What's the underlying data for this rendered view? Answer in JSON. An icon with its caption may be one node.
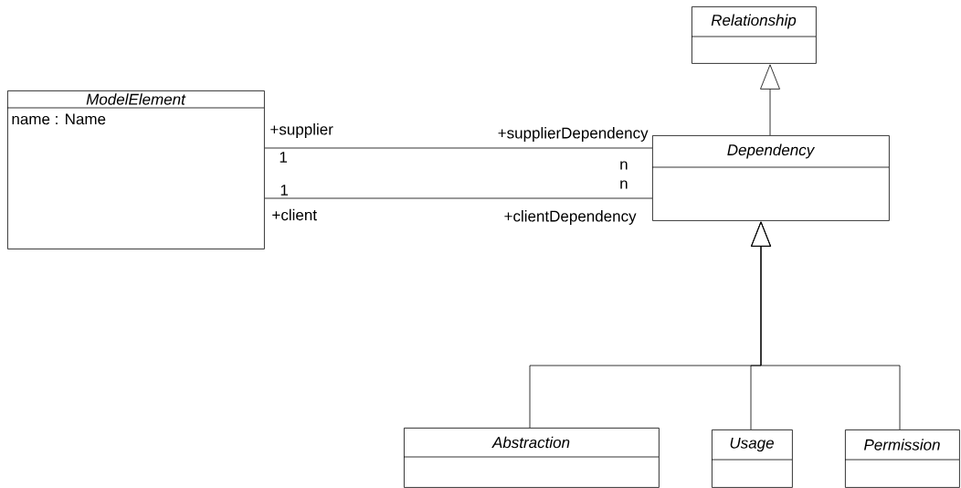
{
  "diagram": {
    "nodes": [
      {
        "text": [
          "Relationship"
        ]
      },
      {
        "text": [
          "ModelElement",
          "name : Name"
        ]
      },
      {
        "text": [
          "Dependency"
        ]
      },
      {
        "text": [
          "Abstraction"
        ]
      },
      {
        "text": [
          "Usage"
        ]
      },
      {
        "text": [
          "Permission"
        ]
      }
    ],
    "edges": [
      {
        "from": 2,
        "to": 0,
        "arrow": "to"
      },
      {
        "from": 1,
        "to": 2,
        "arrow": "none"
      },
      {
        "from": 1,
        "to": 2,
        "arrow": "none"
      },
      {
        "from": 3,
        "to": 2,
        "arrow": "to"
      },
      {
        "from": 4,
        "to": 2,
        "arrow": "to"
      },
      {
        "from": 5,
        "to": 2,
        "arrow": "to"
      }
    ],
    "labels": [
      "+supplier",
      "+supplierDependency",
      "1",
      "n",
      "n",
      "1",
      "+client",
      "+clientDependency"
    ]
  }
}
